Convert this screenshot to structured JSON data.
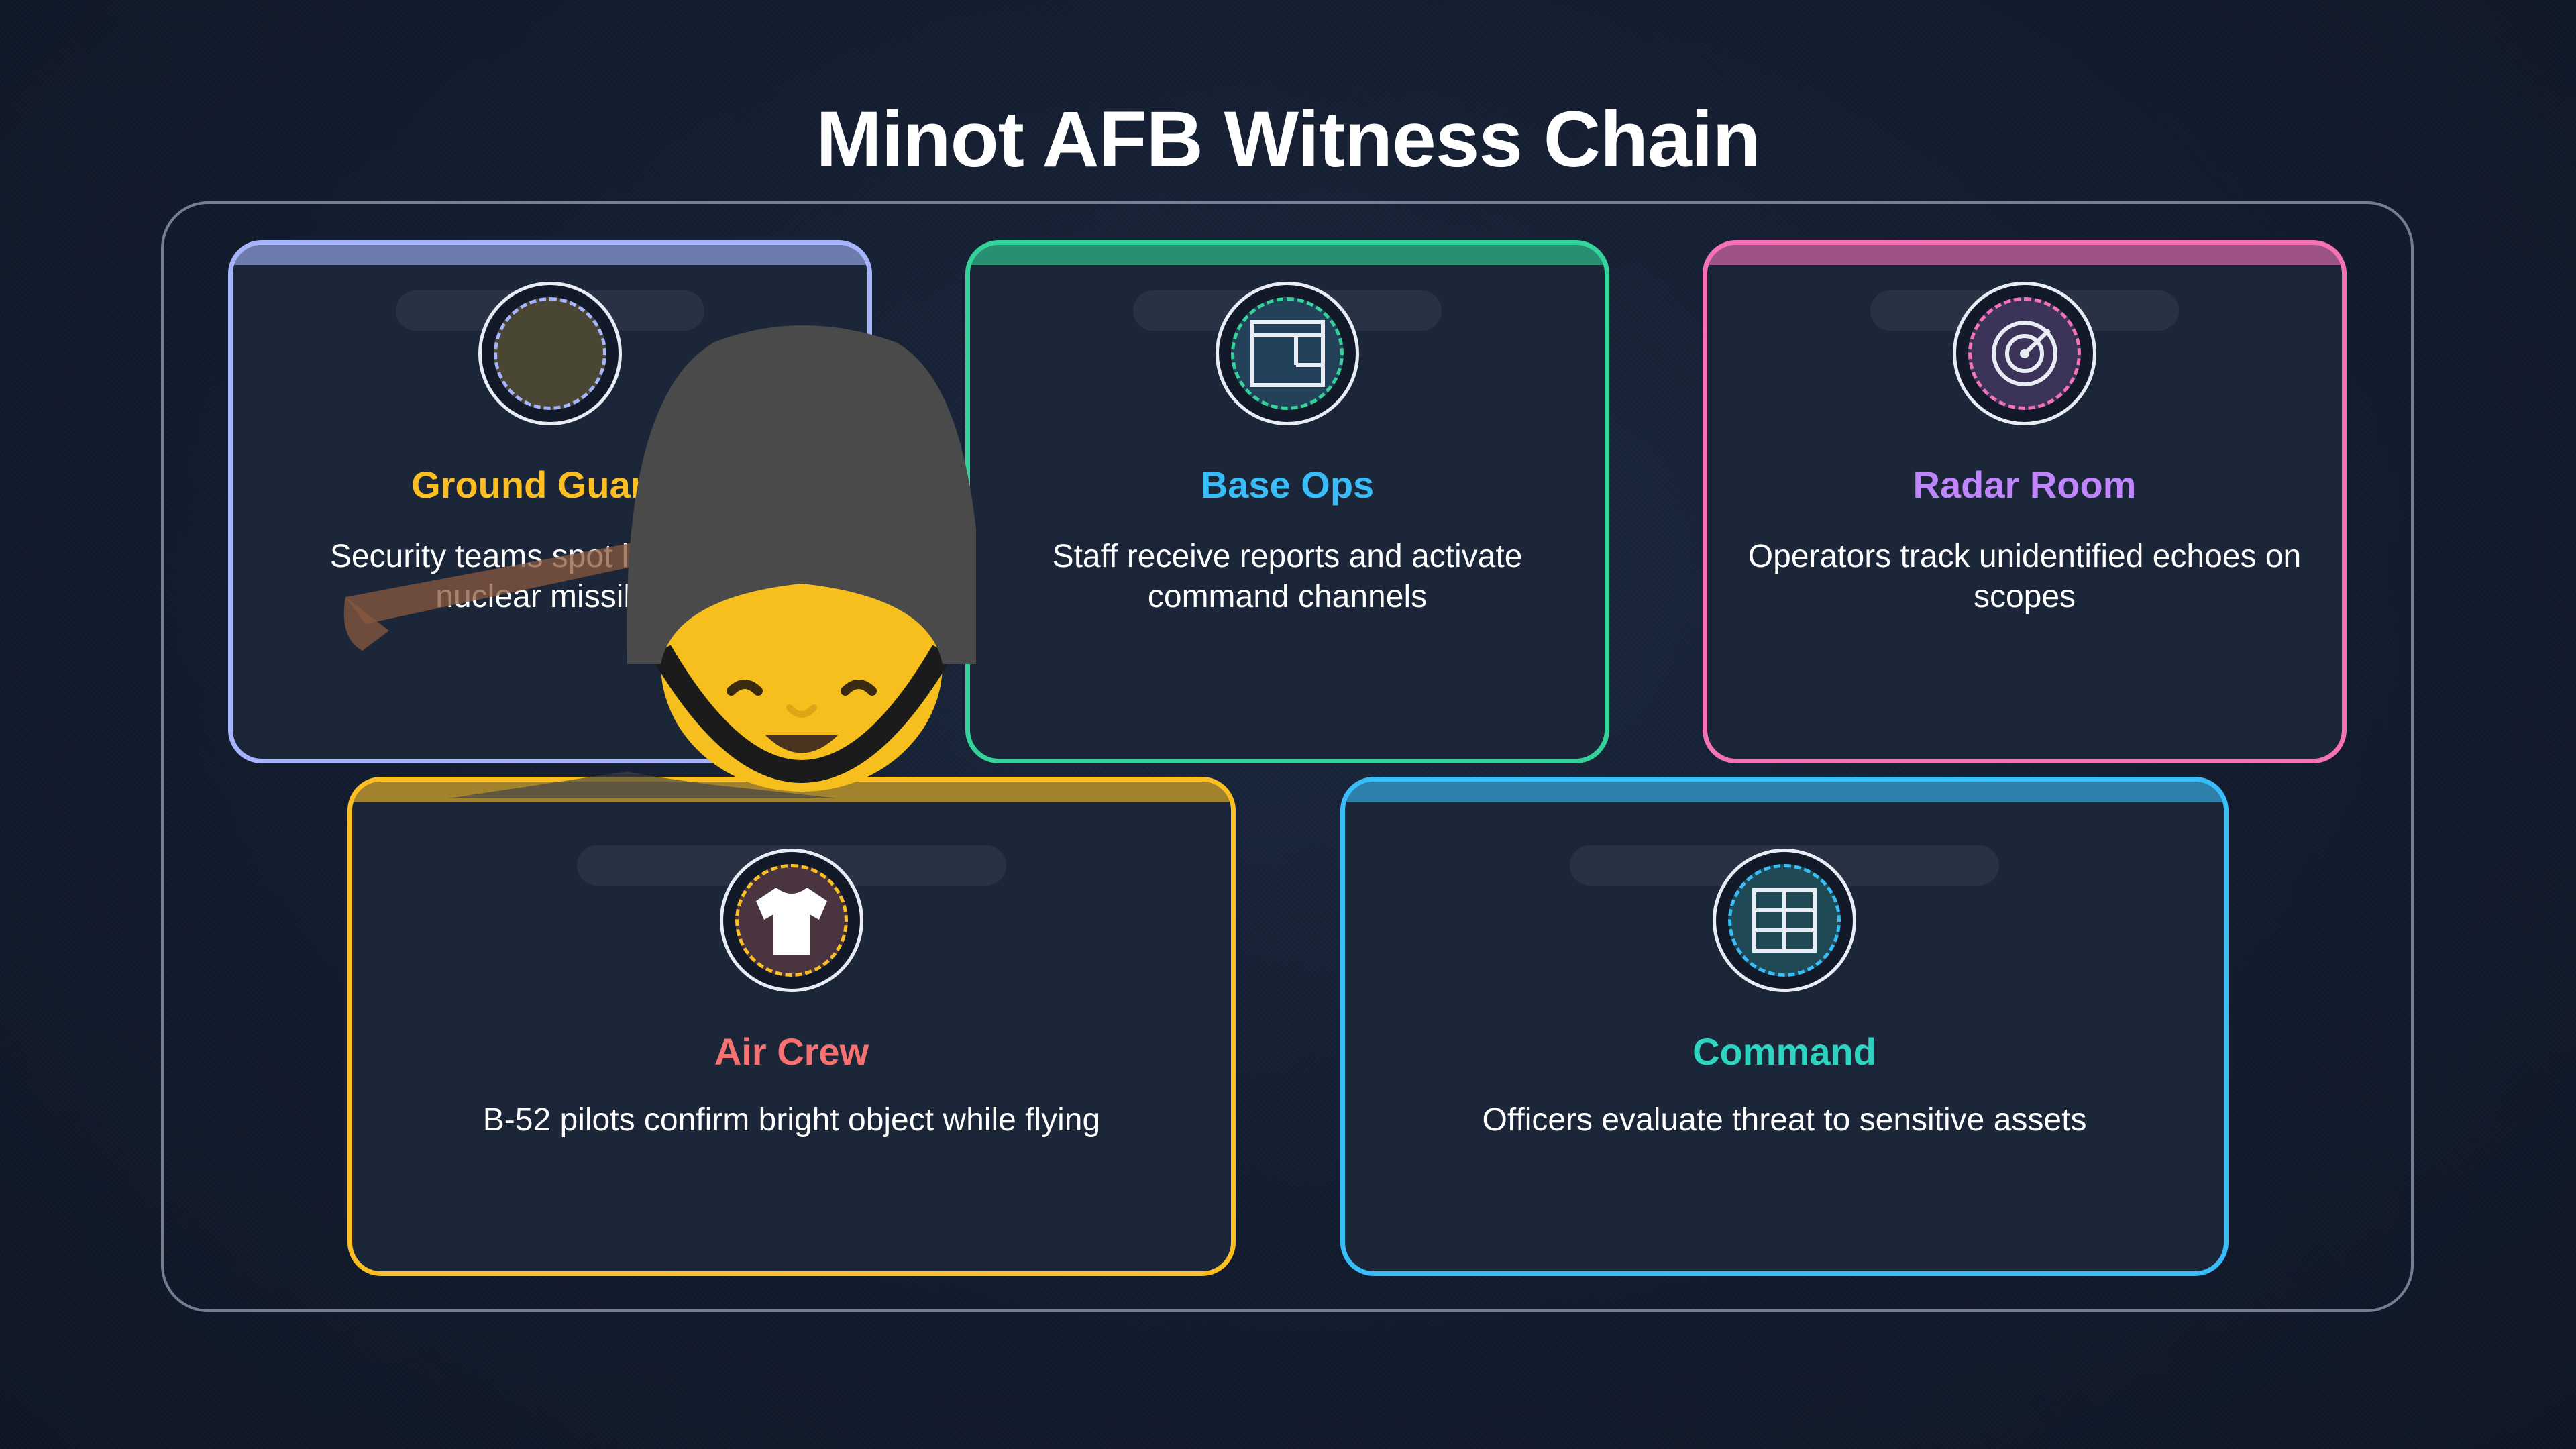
{
  "title": "Minot AFB Witness Chain",
  "colors": {
    "ground_guards": "#a5b4fc",
    "base_ops": "#34d399",
    "radar_room": "#f472b6",
    "air_crew": "#fbbf24",
    "command": "#38bdf8"
  },
  "cards": [
    {
      "title": "Ground Guards",
      "description": "Security teams spot lights near nuclear missiles",
      "icon": "ring-icon"
    },
    {
      "title": "Base Ops",
      "description": "Staff receive reports and activate command channels",
      "icon": "window-icon"
    },
    {
      "title": "Radar Room",
      "description": "Operators track unidentified echoes on scopes",
      "icon": "radar-icon"
    },
    {
      "title": "Air Crew",
      "description": "B-52 pilots confirm bright object while flying",
      "icon": "t-shirt-icon"
    },
    {
      "title": "Command",
      "description": "Officers evaluate threat to sensitive assets",
      "icon": "grid-icon"
    }
  ],
  "decoration": "guard-emoji"
}
